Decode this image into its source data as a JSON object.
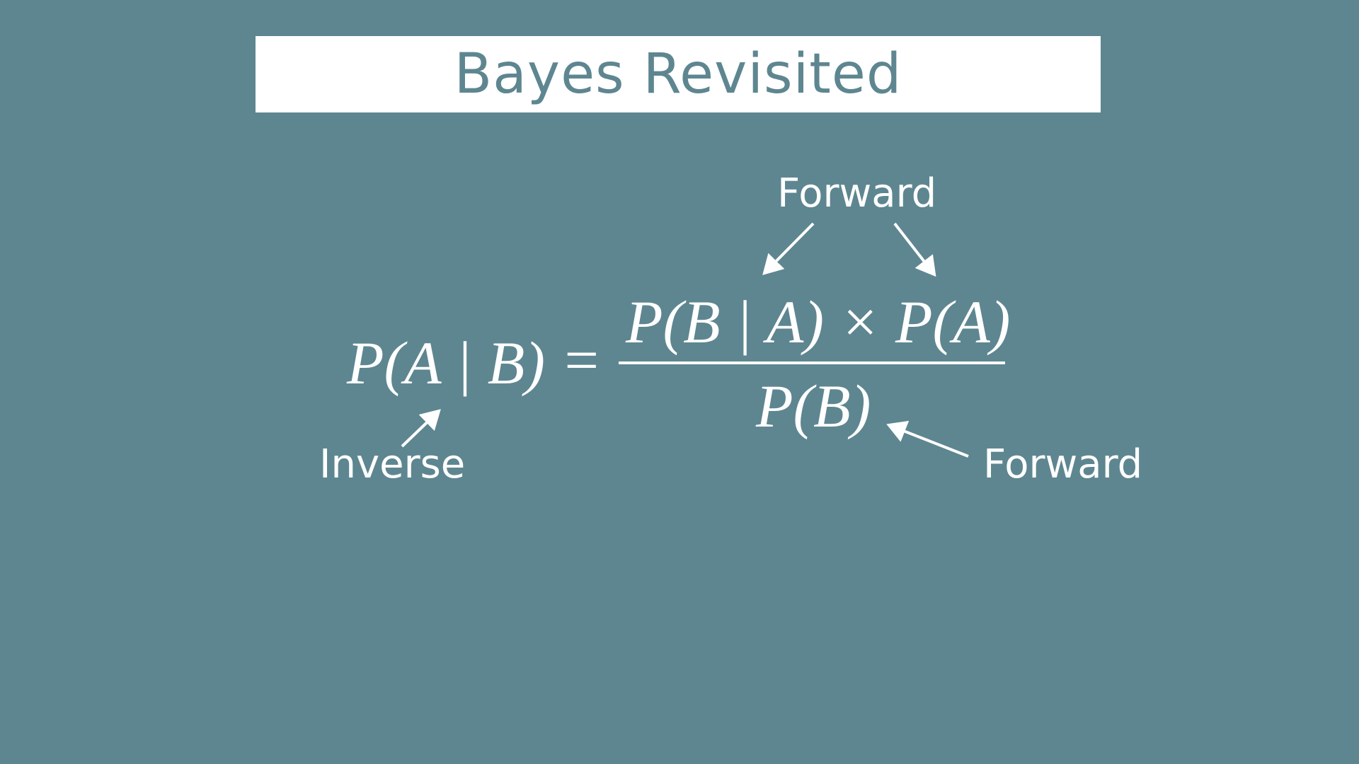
{
  "slide": {
    "title": "Bayes Revisited",
    "formula": {
      "lhs": "P(A | B)",
      "equals": "=",
      "numerator": "P(B | A) × P(A)",
      "denominator": "P(B)"
    },
    "annotations": {
      "top": "Forward",
      "left": "Inverse",
      "right": "Forward"
    }
  },
  "colors": {
    "background": "#5e8690",
    "title_box": "#ffffff",
    "foreground": "#ffffff"
  }
}
